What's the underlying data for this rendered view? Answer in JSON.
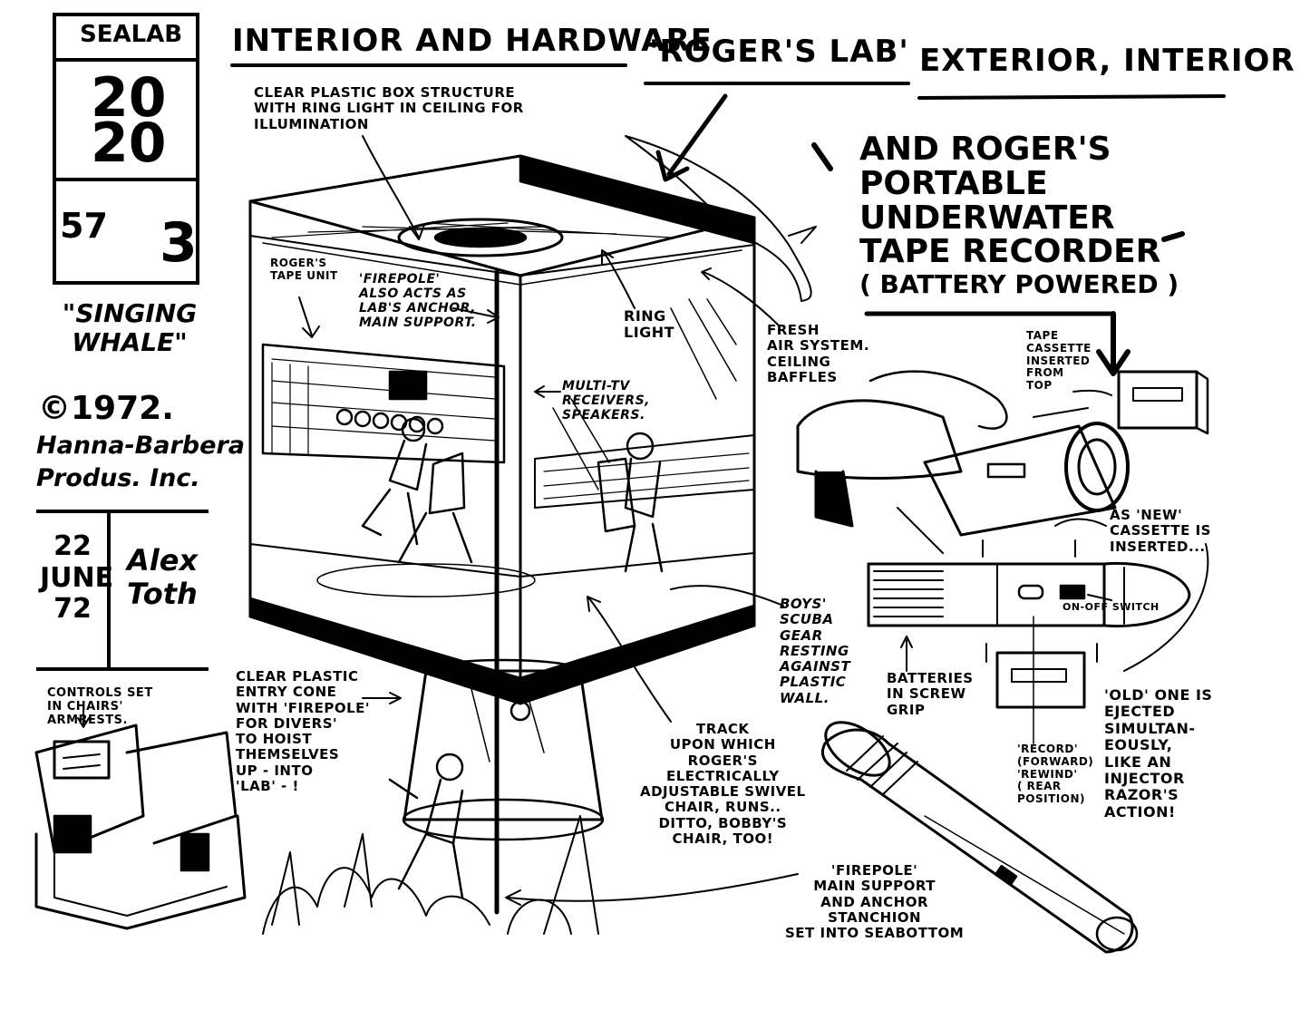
{
  "title_block": {
    "label": "SEALAB",
    "year": "2020",
    "year_top": "20",
    "year_bottom": "20",
    "fraction_num": "57",
    "fraction_den": "3",
    "episode": "\"SINGING\nWHALE\"",
    "copyright": "©1972.",
    "company_1": "Hanna-Barbera",
    "company_2": "Produs. Inc.",
    "date": "22\nJUNE\n72",
    "signature": "Alex\nToth"
  },
  "headings": {
    "left": "INTERIOR and HARDWARE",
    "center": "'ROGER'S LAB'",
    "right": "EXTERIOR, INTERIOR",
    "recorder": "and ROGER'S\nPORTABLE\nUNDERWATER\nTAPE RECORDER",
    "recorder_sub": "( BATTERY POWERED )"
  },
  "notes": {
    "box_structure": "CLEAR PLASTIC BOX STRUCTURE\nWITH RING LIGHT IN CEILING FOR\nILLUMINATION",
    "tape_unit": "ROGER'S\nTAPE UNIT",
    "firepole_anchor": "'FIREPOLE'\nALSO ACTS AS\nLAB'S ANCHOR,\nMAIN SUPPORT.",
    "ring_light": "RING\nLIGHT",
    "air_system": "FRESH\nAIR SYSTEM.\nCEILING\nBAFFLES",
    "tv_receivers": "MULTI-TV\nRECEIVERS,\nSPEAKERS.",
    "scuba_gear": "BOYS'\nSCUBA\nGEAR\nRESTING\nAGAINST\nPLASTIC\nWALL.",
    "entry_cone": "CLEAR PLASTIC\nENTRY CONE\nWITH 'FIREPOLE'\nFOR DIVERS'\nTO HOIST\nTHEMSELVES\nUP - INTO\n'LAB' - !",
    "controls": "CONTROLS SET\nin CHAIRS'\nARMRESTS.",
    "track": "TRACK\nUPON WHICH\nROGER'S\nELECTRICALLY\nADJUSTABLE SWIVEL\nCHAIR, RUNS..\nDITTO, BOBBY'S\nCHAIR, TOO!",
    "firepole_main": "'FIREPOLE'\nMAIN SUPPORT\nand ANCHOR\nSTANCHION\nSET INTO SEABOTTOM",
    "cassette_top": "TAPE\nCASSETTE\nINSERTED\nFROM\nTOP",
    "new_cassette": "AS 'NEW'\nCASSETTE IS\nINSERTED...",
    "on_off": "ON-OFF SWITCH",
    "batteries": "BATTERIES\nIN SCREW\nGRIP",
    "record_rewind": "'RECORD'\n(FORWARD)\n'REWIND'\n( REAR\nPOSITION)",
    "old_one": "'OLD' ONE IS\nEJECTED\nSIMULTAN-\nEOUSLY,\nLIKE AN\nINJECTOR\nRAZOR'S\nACTION!"
  }
}
